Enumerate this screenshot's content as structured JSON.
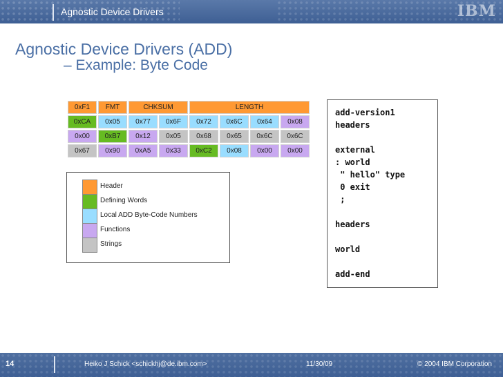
{
  "header": {
    "title": "Agnostic Device Drivers",
    "logo": "IBM"
  },
  "slide": {
    "title_line1": "Agnostic Device Drivers (ADD)",
    "title_line2": "– Example: Byte Code"
  },
  "table": {
    "rows": [
      [
        {
          "text": "0xF1",
          "kind": "header"
        },
        {
          "text": "FMT",
          "kind": "header"
        },
        {
          "text": "CHKSUM",
          "kind": "header",
          "span": 2
        },
        {
          "text": "LENGTH",
          "kind": "header",
          "span": 4
        }
      ],
      [
        {
          "text": "0xCA",
          "kind": "define"
        },
        {
          "text": "0x05",
          "kind": "local"
        },
        {
          "text": "0x77",
          "kind": "local"
        },
        {
          "text": "0x6F",
          "kind": "local"
        },
        {
          "text": "0x72",
          "kind": "local"
        },
        {
          "text": "0x6C",
          "kind": "local"
        },
        {
          "text": "0x64",
          "kind": "local"
        },
        {
          "text": "0x08",
          "kind": "func"
        }
      ],
      [
        {
          "text": "0x00",
          "kind": "func"
        },
        {
          "text": "0xB7",
          "kind": "define"
        },
        {
          "text": "0x12",
          "kind": "func"
        },
        {
          "text": "0x05",
          "kind": "str"
        },
        {
          "text": "0x68",
          "kind": "str"
        },
        {
          "text": "0x65",
          "kind": "str"
        },
        {
          "text": "0x6C",
          "kind": "str"
        },
        {
          "text": "0x6C",
          "kind": "str"
        }
      ],
      [
        {
          "text": "0x67",
          "kind": "str"
        },
        {
          "text": "0x90",
          "kind": "func"
        },
        {
          "text": "0xA5",
          "kind": "func"
        },
        {
          "text": "0x33",
          "kind": "func"
        },
        {
          "text": "0xC2",
          "kind": "define"
        },
        {
          "text": "0x08",
          "kind": "local"
        },
        {
          "text": "0x00",
          "kind": "func"
        },
        {
          "text": "0x00",
          "kind": "func"
        }
      ]
    ]
  },
  "legend": {
    "items": [
      {
        "label": "Header",
        "color": "#ff9933"
      },
      {
        "label": "Defining Words",
        "color": "#66bb22"
      },
      {
        "label": "Local ADD Byte-Code Numbers",
        "color": "#99ddff"
      },
      {
        "label": "Functions",
        "color": "#c8a8f0"
      },
      {
        "label": "Strings",
        "color": "#c4c4c4"
      }
    ]
  },
  "code": {
    "lines": [
      "add-version1",
      "headers",
      "",
      "external",
      ": world",
      " \" hello\" type",
      " 0 exit",
      " ;",
      "",
      "headers",
      "",
      "world",
      "",
      "add-end"
    ]
  },
  "footer": {
    "page_number": "14",
    "author": "Heiko J Schick <schickhj@de.ibm.com>",
    "date": "11/30/09",
    "copyright": "© 2004 IBM Corporation"
  }
}
